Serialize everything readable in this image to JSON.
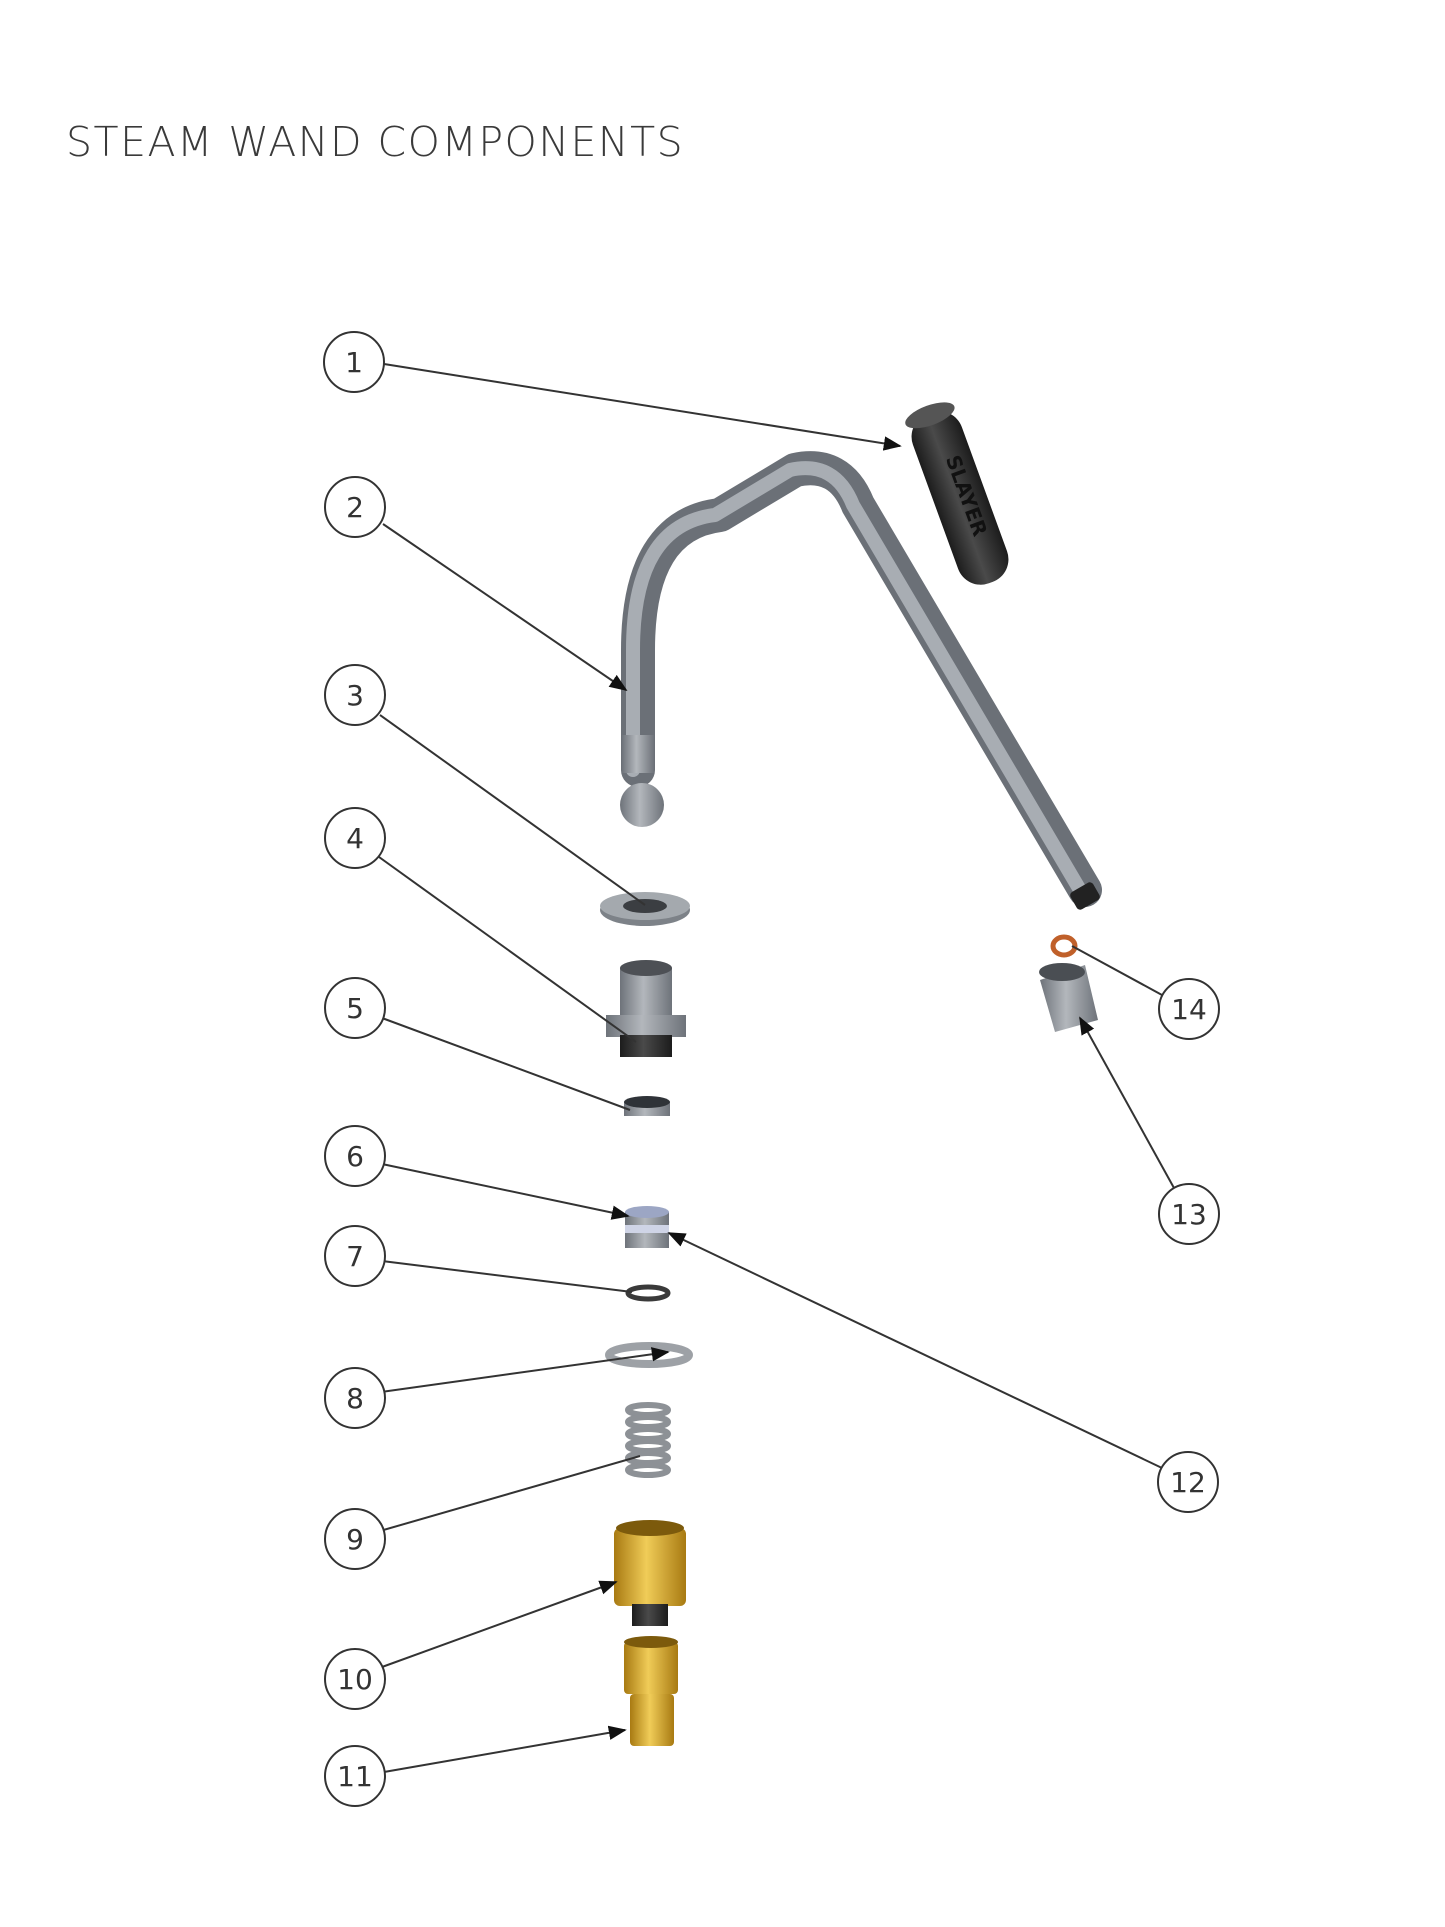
{
  "title": "STEAM WAND COMPONENTS",
  "callouts": [
    {
      "id": "1",
      "label": "1"
    },
    {
      "id": "2",
      "label": "2"
    },
    {
      "id": "3",
      "label": "3"
    },
    {
      "id": "4",
      "label": "4"
    },
    {
      "id": "5",
      "label": "5"
    },
    {
      "id": "6",
      "label": "6"
    },
    {
      "id": "7",
      "label": "7"
    },
    {
      "id": "8",
      "label": "8"
    },
    {
      "id": "9",
      "label": "9"
    },
    {
      "id": "10",
      "label": "10"
    },
    {
      "id": "11",
      "label": "11"
    },
    {
      "id": "12",
      "label": "12"
    },
    {
      "id": "13",
      "label": "13"
    },
    {
      "id": "14",
      "label": "14"
    }
  ],
  "colors": {
    "steel": "#8a8f95",
    "dark_rubber": "#2b2b2b",
    "brass": "#d4a72c",
    "copper_oring": "#c0602a",
    "line": "#333333"
  }
}
